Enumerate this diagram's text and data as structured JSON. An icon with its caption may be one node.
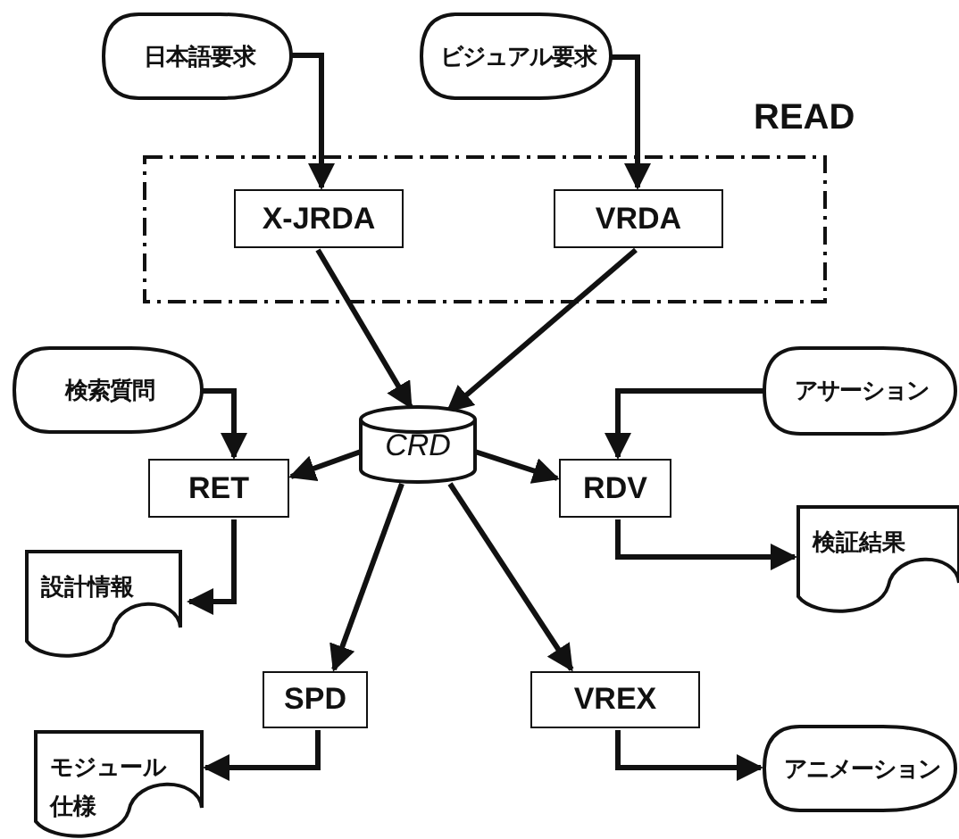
{
  "diagram": {
    "nodes": [
      {
        "text": [
          "日本語要求"
        ]
      },
      {
        "text": [
          "ビジュアル要求"
        ]
      },
      {
        "text": [
          "READ"
        ]
      },
      {
        "text": [
          "X-JRDA"
        ],
        "in": 2
      },
      {
        "text": [
          "VRDA"
        ],
        "in": 2
      },
      {
        "text": [
          "CRD"
        ]
      },
      {
        "text": [
          "検索質問"
        ]
      },
      {
        "text": [
          "アサーション"
        ]
      },
      {
        "text": [
          "RET"
        ]
      },
      {
        "text": [
          "RDV"
        ]
      },
      {
        "text": [
          "設計情報"
        ]
      },
      {
        "text": [
          "検証結果"
        ]
      },
      {
        "text": [
          "SPD"
        ]
      },
      {
        "text": [
          "VREX"
        ]
      },
      {
        "text": [
          "モジュール仕様"
        ]
      },
      {
        "text": [
          "アニメーション"
        ]
      }
    ],
    "edges": [
      {
        "from": 0,
        "to": 3,
        "arrow": "to"
      },
      {
        "from": 1,
        "to": 4,
        "arrow": "to"
      },
      {
        "from": 3,
        "to": 5,
        "arrow": "to"
      },
      {
        "from": 4,
        "to": 5,
        "arrow": "to"
      },
      {
        "from": 6,
        "to": 8,
        "arrow": "to"
      },
      {
        "from": 7,
        "to": 9,
        "arrow": "to"
      },
      {
        "from": 5,
        "to": 8,
        "arrow": "to"
      },
      {
        "from": 5,
        "to": 9,
        "arrow": "to"
      },
      {
        "from": 8,
        "to": 10,
        "arrow": "to"
      },
      {
        "from": 9,
        "to": 11,
        "arrow": "to"
      },
      {
        "from": 5,
        "to": 12,
        "arrow": "to"
      },
      {
        "from": 5,
        "to": 13,
        "arrow": "to"
      },
      {
        "from": 12,
        "to": 14,
        "arrow": "to"
      },
      {
        "from": 13,
        "to": 15,
        "arrow": "to"
      }
    ]
  }
}
